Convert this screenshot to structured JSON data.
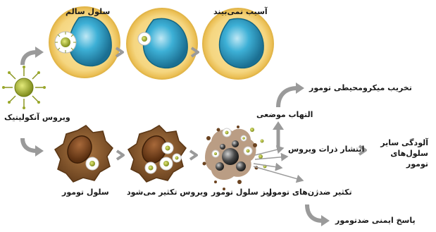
{
  "labels": {
    "healthy_cell": "سلول سالم",
    "no_damage": "آسیب نمی‌بیند",
    "oncolytic_virus": "ویروس آنکولیتیک",
    "tumor_cell": "سلول تومور",
    "virus_replicates": "ویروس تکثیر می‌شود",
    "tumor_cell_lysis": "لیز سلول تومور",
    "local_inflammation": "التهاب موضعی",
    "tumor_microenv_destruction": "تخریب میکرومحیطی تومور",
    "virus_particle_spread": "انتشار ذرات ویروس",
    "infect_other_cells_line1": "آلودگی سایر",
    "infect_other_cells_line2": "سلول‌های تومور",
    "antitumor_antigen_spread": "تکثیر ضدژن‌های تومور",
    "antitumor_immune_response": "پاسخ ایمنی ضدتومور"
  },
  "colors": {
    "healthy_cell_fill": "#f6dc8e",
    "healthy_cell_edge": "#e2b64a",
    "nucleus": "#2e9fc4",
    "tumor_cell": "#8a5a2b",
    "tumor_nucleus": "#6b3a16",
    "virus": "#9aa82a",
    "arrow_gray": "#9a9a9a"
  }
}
